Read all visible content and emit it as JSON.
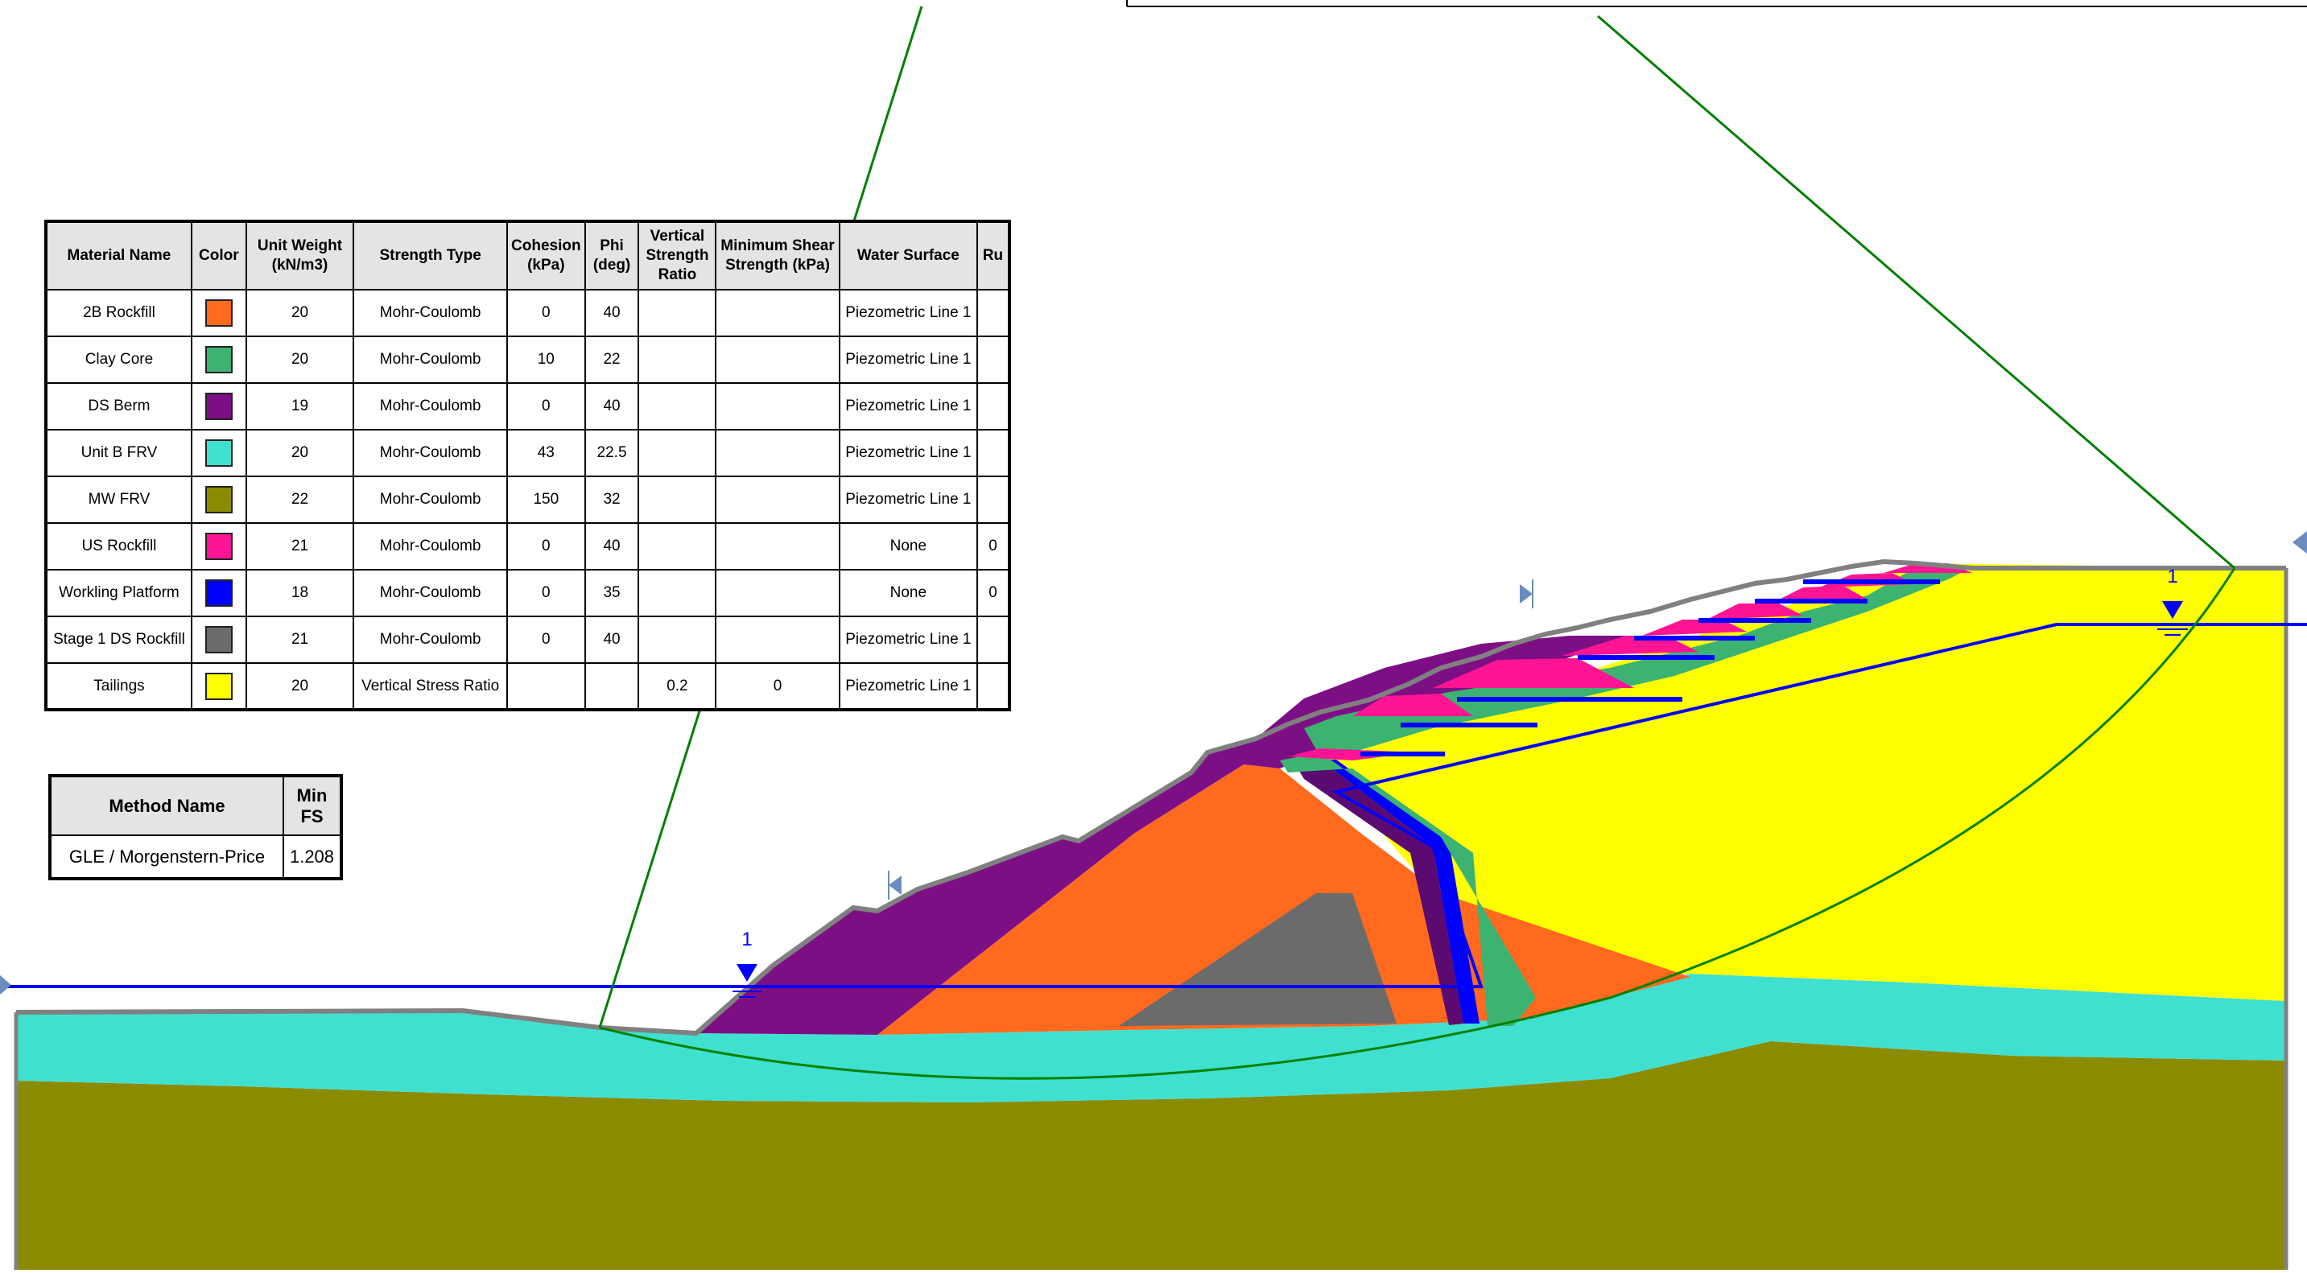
{
  "materials_table": {
    "headers": [
      "Material Name",
      "Color",
      "Unit Weight (kN/m3)",
      "Strength Type",
      "Cohesion (kPa)",
      "Phi (deg)",
      "Vertical Strength Ratio",
      "Minimum Shear Strength (kPa)",
      "Water Surface",
      "Ru"
    ],
    "rows": [
      {
        "name": "2B Rockfill",
        "color": "#ff6a1f",
        "unit_weight": "20",
        "strength_type": "Mohr-Coulomb",
        "cohesion": "0",
        "phi": "40",
        "vsr": "",
        "min_shear": "",
        "water_surface": "Piezometric Line 1",
        "ru": ""
      },
      {
        "name": "Clay Core",
        "color": "#3cb371",
        "unit_weight": "20",
        "strength_type": "Mohr-Coulomb",
        "cohesion": "10",
        "phi": "22",
        "vsr": "",
        "min_shear": "",
        "water_surface": "Piezometric Line 1",
        "ru": ""
      },
      {
        "name": "DS Berm",
        "color": "#7d0f85",
        "unit_weight": "19",
        "strength_type": "Mohr-Coulomb",
        "cohesion": "0",
        "phi": "40",
        "vsr": "",
        "min_shear": "",
        "water_surface": "Piezometric Line 1",
        "ru": ""
      },
      {
        "name": "Unit B FRV",
        "color": "#40e0d0",
        "unit_weight": "20",
        "strength_type": "Mohr-Coulomb",
        "cohesion": "43",
        "phi": "22.5",
        "vsr": "",
        "min_shear": "",
        "water_surface": "Piezometric Line 1",
        "ru": ""
      },
      {
        "name": "MW FRV",
        "color": "#8b8b00",
        "unit_weight": "22",
        "strength_type": "Mohr-Coulomb",
        "cohesion": "150",
        "phi": "32",
        "vsr": "",
        "min_shear": "",
        "water_surface": "Piezometric Line 1",
        "ru": ""
      },
      {
        "name": "US Rockfill",
        "color": "#ff1493",
        "unit_weight": "21",
        "strength_type": "Mohr-Coulomb",
        "cohesion": "0",
        "phi": "40",
        "vsr": "",
        "min_shear": "",
        "water_surface": "None",
        "ru": "0"
      },
      {
        "name": "Workling Platform",
        "color": "#0000ff",
        "unit_weight": "18",
        "strength_type": "Mohr-Coulomb",
        "cohesion": "0",
        "phi": "35",
        "vsr": "",
        "min_shear": "",
        "water_surface": "None",
        "ru": "0"
      },
      {
        "name": "Stage 1 DS Rockfill",
        "color": "#6b6b6b",
        "unit_weight": "21",
        "strength_type": "Mohr-Coulomb",
        "cohesion": "0",
        "phi": "40",
        "vsr": "",
        "min_shear": "",
        "water_surface": "Piezometric Line 1",
        "ru": ""
      },
      {
        "name": "Tailings",
        "color": "#ffff00",
        "unit_weight": "20",
        "strength_type": "Vertical Stress Ratio",
        "cohesion": "",
        "phi": "",
        "vsr": "0.2",
        "min_shear": "0",
        "water_surface": "Piezometric Line 1",
        "ru": ""
      }
    ]
  },
  "methods_table": {
    "headers": [
      "Method Name",
      "Min FS"
    ],
    "rows": [
      {
        "method": "GLE / Morgenstern-Price",
        "fs": "1.208"
      }
    ]
  },
  "piezometric_labels": {
    "left": "1",
    "right": "1"
  },
  "colors": {
    "surface_line": "#808080",
    "slip_surface": "#008000",
    "piezometric_line": "#0000ff",
    "boundary_marker": "#6a8cbf"
  }
}
